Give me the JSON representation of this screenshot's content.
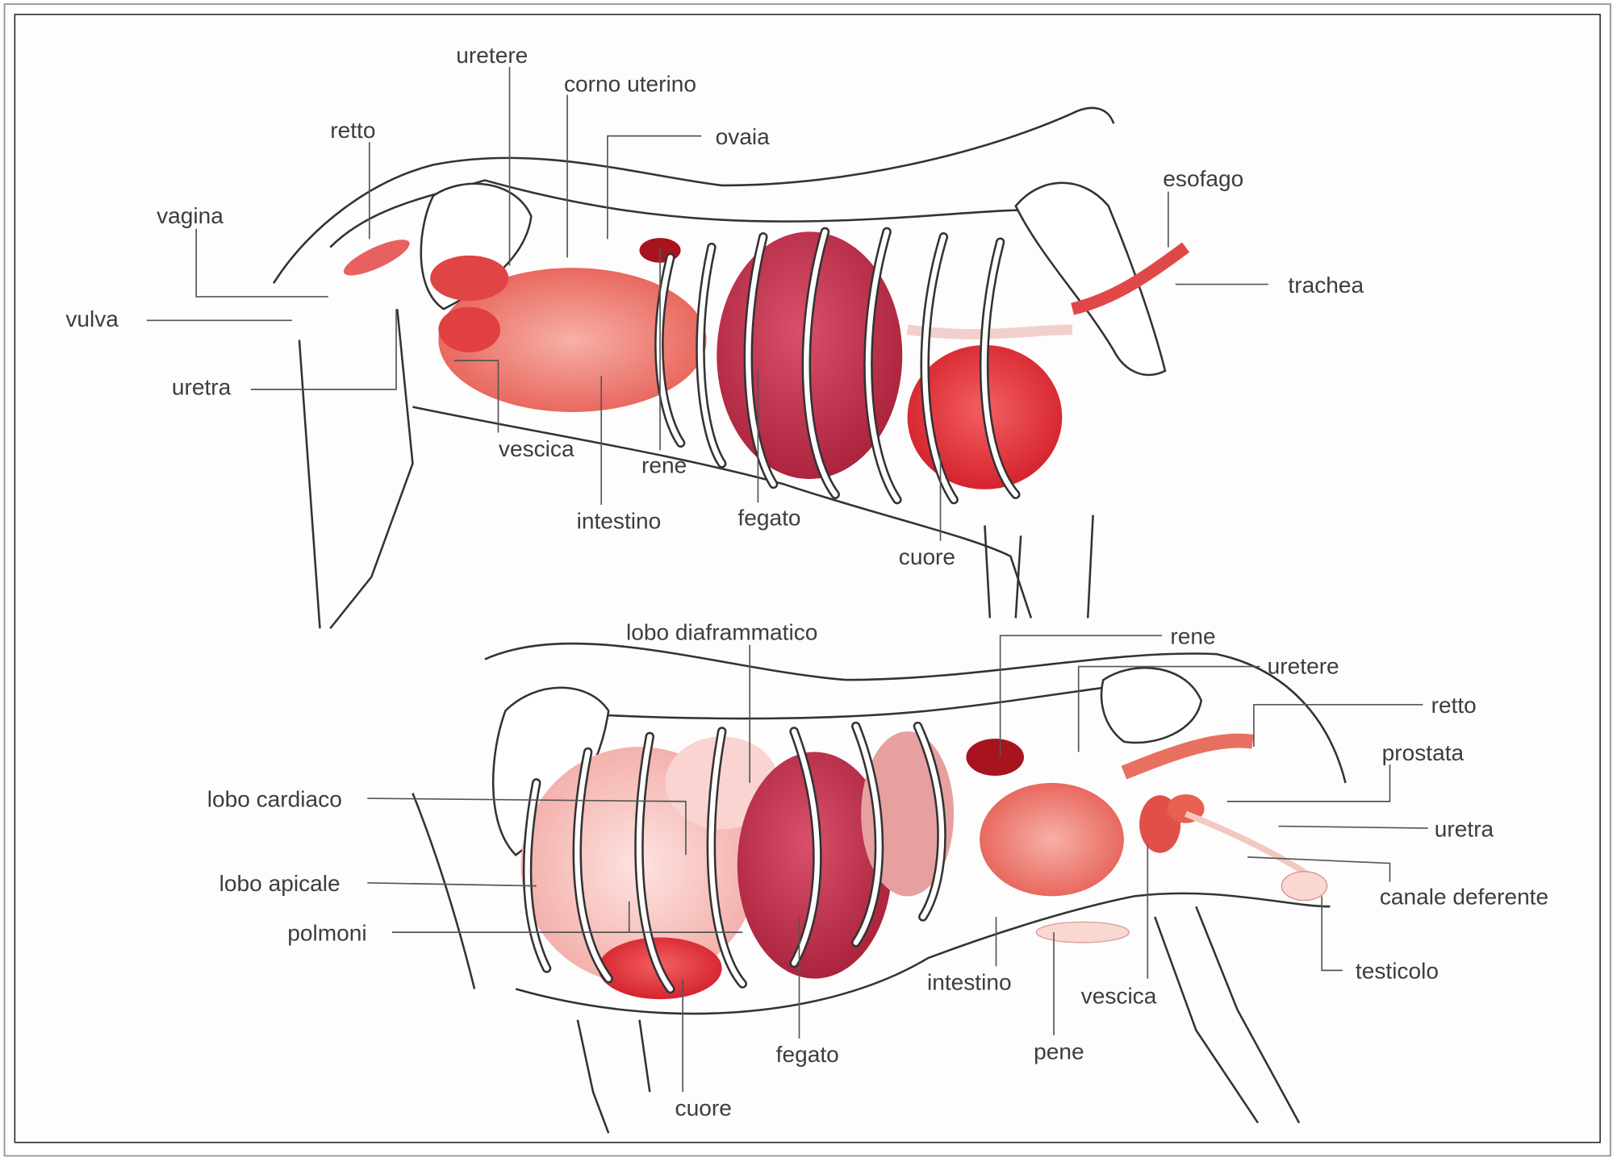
{
  "female_diagram": {
    "labels": {
      "uretere": "uretere",
      "corno_uterino": "corno uterino",
      "ovaia": "ovaia",
      "retto": "retto",
      "vagina": "vagina",
      "vulva": "vulva",
      "uretra": "uretra",
      "vescica": "vescica",
      "rene": "rene",
      "intestino": "intestino",
      "fegato": "fegato",
      "cuore": "cuore",
      "esofago": "esofago",
      "trachea": "trachea"
    }
  },
  "male_diagram": {
    "labels": {
      "lobo_diaframmatico": "lobo diaframmatico",
      "rene": "rene",
      "uretere": "uretere",
      "retto": "retto",
      "prostata": "prostata",
      "uretra": "uretra",
      "canale_deferente": "canale deferente",
      "testicolo": "testicolo",
      "lobo_cardiaco": "lobo cardiaco",
      "lobo_apicale": "lobo apicale",
      "polmoni": "polmoni",
      "cuore": "cuore",
      "fegato": "fegato",
      "intestino": "intestino",
      "vescica": "vescica",
      "pene": "pene"
    }
  },
  "colors": {
    "organ_red": "#e23a3a",
    "liver": "#c7304b",
    "kidney": "#a8141e",
    "lung": "#f5c0bc",
    "intestine": "#ee7a70"
  }
}
